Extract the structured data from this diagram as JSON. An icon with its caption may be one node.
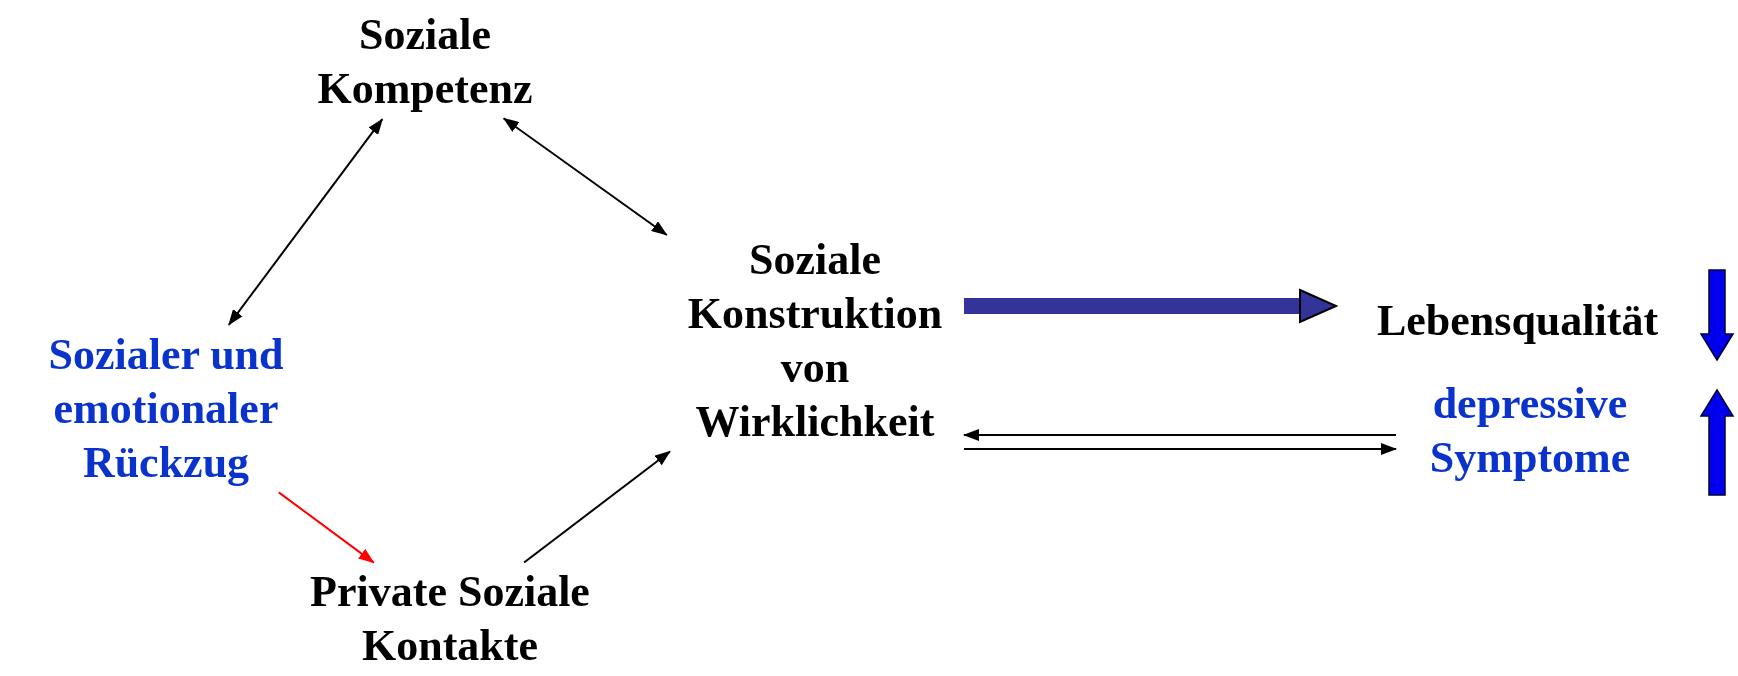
{
  "diagram": {
    "nodes": [
      {
        "text": [
          "Soziale Kompetenz"
        ]
      },
      {
        "text": [
          "Sozialer und emotionaler Rückzug"
        ]
      },
      {
        "text": [
          "Private Soziale Kontakte"
        ]
      },
      {
        "text": [
          "Soziale Konstruktion von Wirklichkeit"
        ]
      },
      {
        "text": [
          "Lebensqualität"
        ]
      },
      {
        "text": [
          "depressive Symptome"
        ]
      }
    ],
    "edges": [
      {
        "from": 1,
        "to": 0,
        "arrow": "both"
      },
      {
        "from": 0,
        "to": 3,
        "arrow": "both"
      },
      {
        "from": 1,
        "to": 2,
        "arrow": "to",
        "color": "#ff0000"
      },
      {
        "from": 2,
        "to": 3,
        "arrow": "to"
      },
      {
        "from": 3,
        "to": 4,
        "arrow": "to",
        "style": "thick",
        "color": "#333399"
      },
      {
        "from": 5,
        "to": 3,
        "arrow": "to"
      },
      {
        "from": 3,
        "to": 5,
        "arrow": "to"
      }
    ]
  }
}
